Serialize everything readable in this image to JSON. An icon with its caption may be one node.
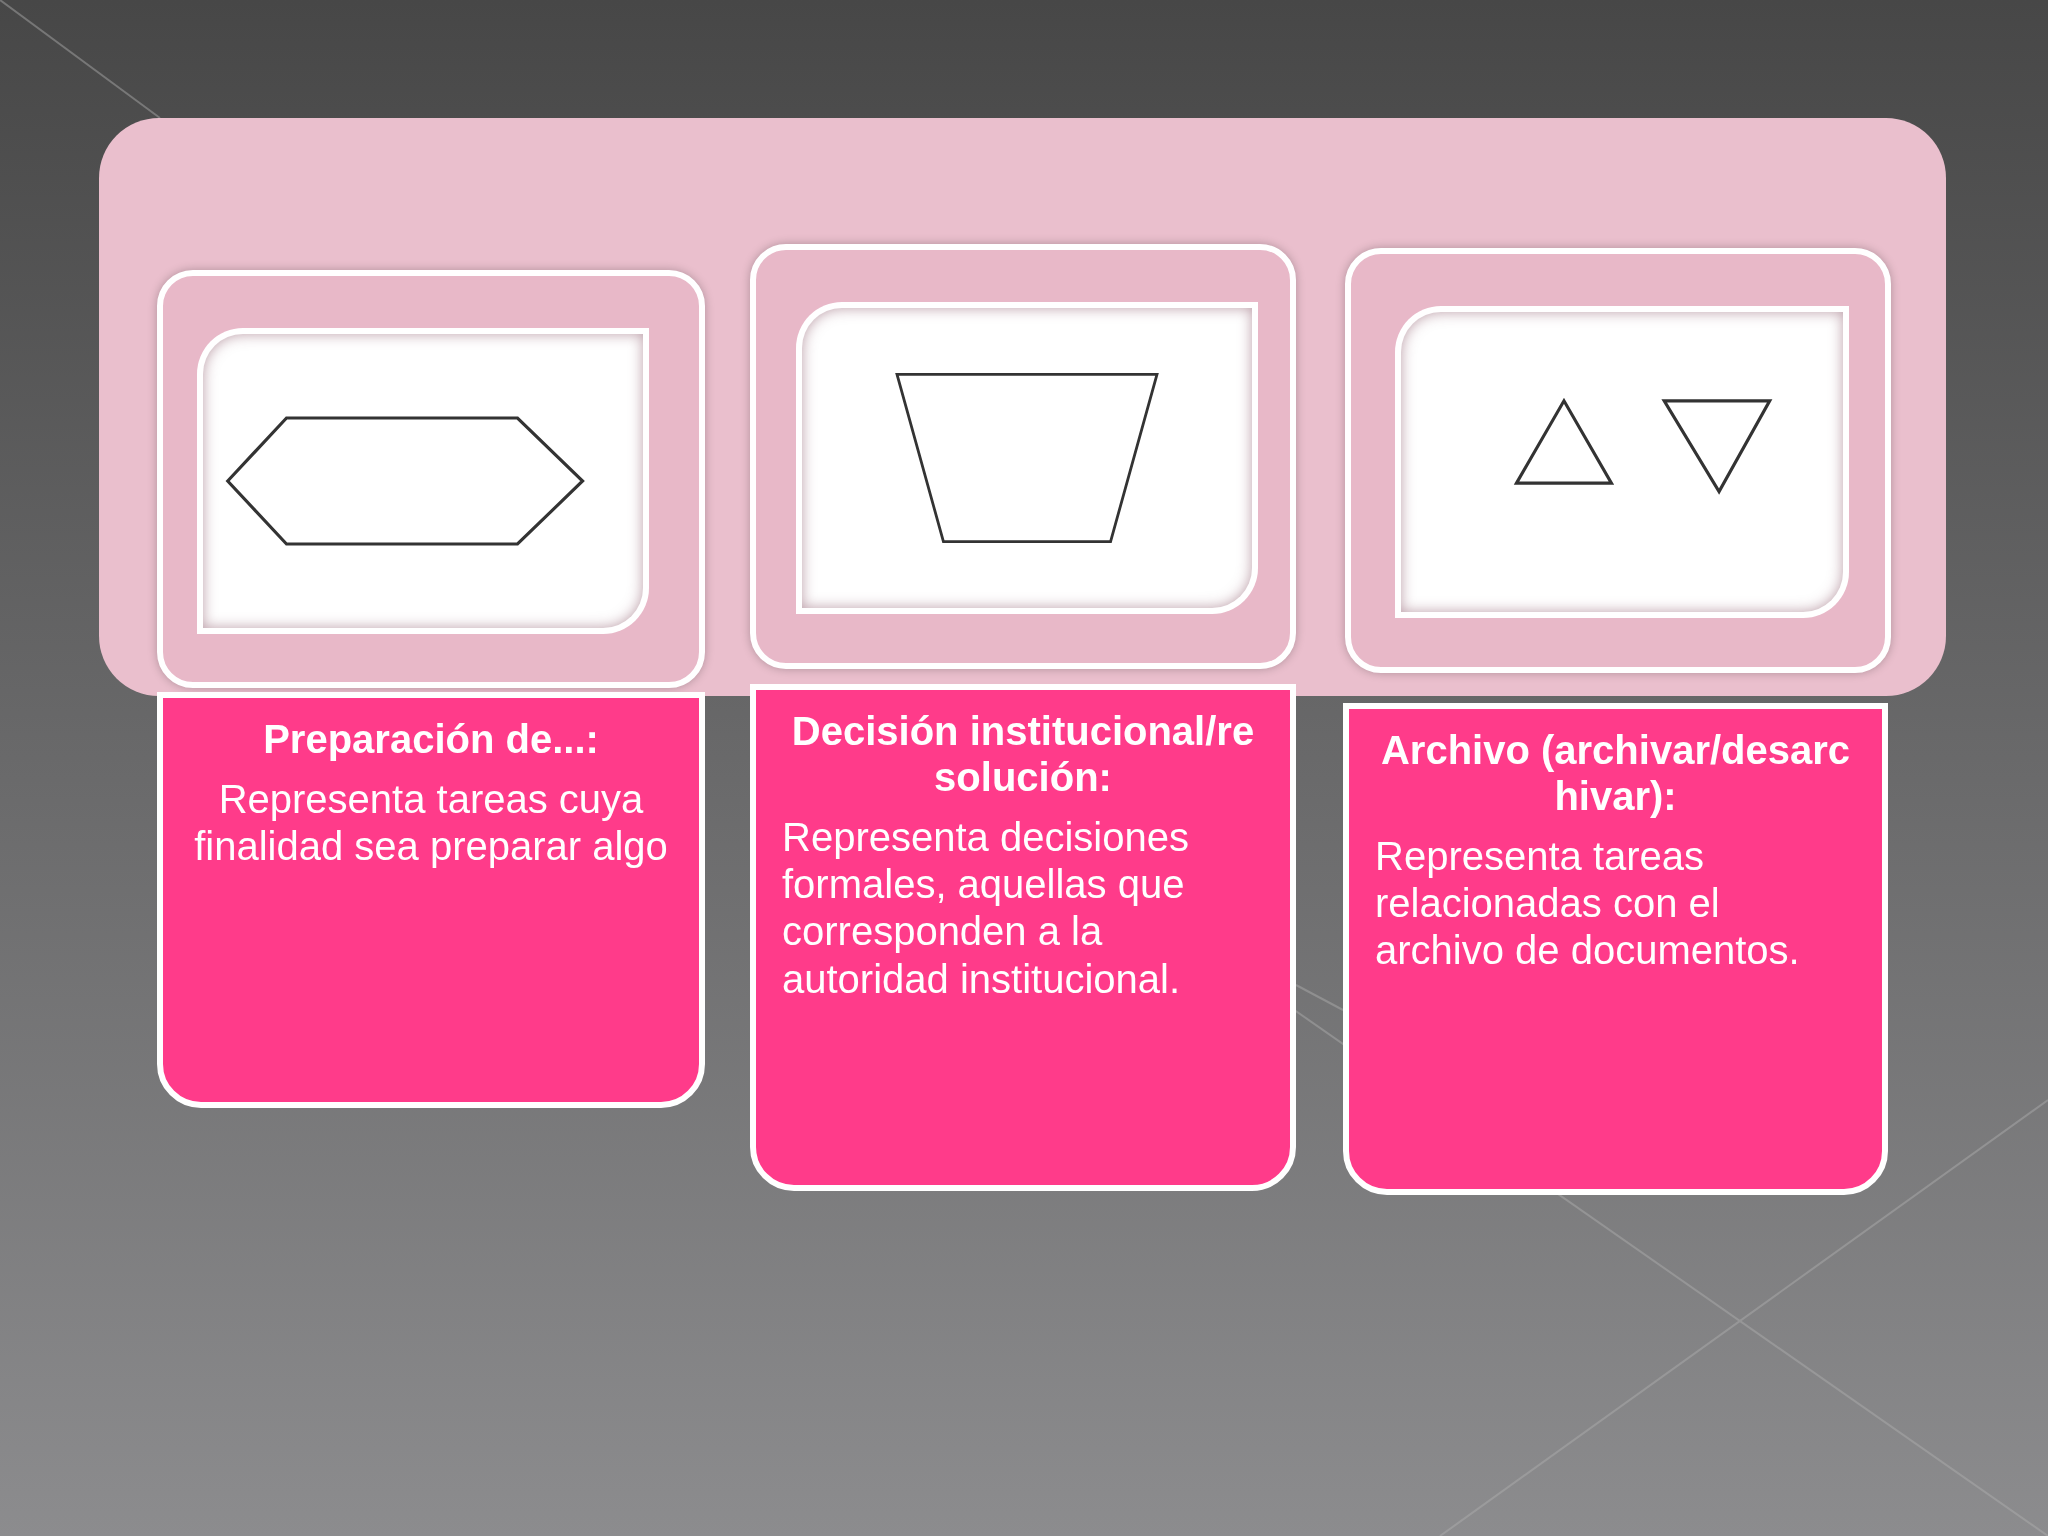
{
  "diagram": {
    "nodes": [
      {
        "text": [
          "Preparación de...:",
          "Representa tareas cuya finalidad sea preparar algo"
        ]
      },
      {
        "text": [
          "Decisión institucional/resolución:",
          "Representa decisiones formales, aquellas que corresponden a la autoridad institucional."
        ]
      },
      {
        "text": [
          "Archivo (archivar/desarchivar):",
          "Representa tareas relacionadas con el archivo de documentos."
        ]
      }
    ]
  }
}
